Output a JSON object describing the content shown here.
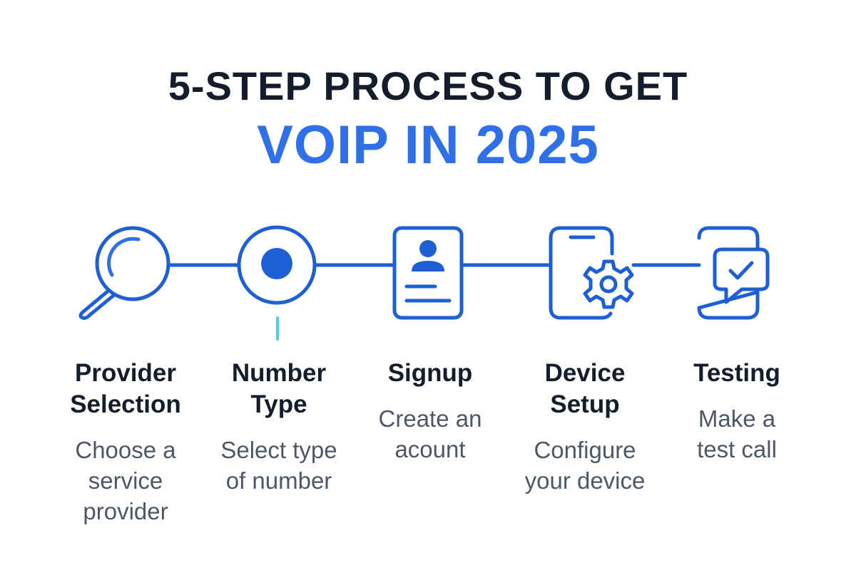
{
  "title": {
    "line1": "5-STEP PROCESS TO GET",
    "line2": "VOIP IN 2025"
  },
  "colors": {
    "accent": "#2f6fe8",
    "icon": "#1f5fd6",
    "heading": "#141d2b",
    "body": "#4d5867",
    "marker": "#5bc8f0"
  },
  "steps": [
    {
      "icon": "magnifier-icon",
      "title": "Provider Selection",
      "description": "Choose a service provider"
    },
    {
      "icon": "target-dot-icon",
      "title": "Number Type",
      "description": "Select type of number"
    },
    {
      "icon": "profile-card-icon",
      "title": "Signup",
      "description": "Create an acount"
    },
    {
      "icon": "phone-gear-icon",
      "title": "Device Setup",
      "description": "Configure your device"
    },
    {
      "icon": "phone-chat-check-icon",
      "title": "Testing",
      "description": "Make a test call"
    }
  ]
}
